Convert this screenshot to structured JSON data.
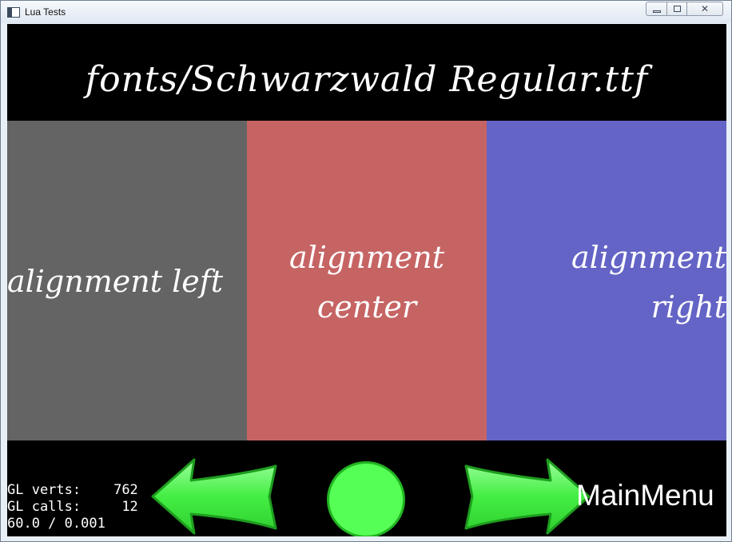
{
  "window": {
    "title": "Lua Tests"
  },
  "header": {
    "font_path": "fonts/Schwarzwald Regular.ttf"
  },
  "panels": {
    "left": {
      "label": "alignment left",
      "color": "#646464"
    },
    "center": {
      "line1": "alignment",
      "line2": "center",
      "color": "#c66464"
    },
    "right": {
      "line1": "alignment",
      "line2": "right",
      "color": "#6464c6"
    }
  },
  "navigation": {
    "main_menu_label": "MainMenu",
    "prev_icon": "left-arrow-icon",
    "next_icon": "right-arrow-icon",
    "home_icon": "circle-icon",
    "accent_color": "#55ff55"
  },
  "stats": {
    "verts_label": "GL verts:",
    "verts_value": "762",
    "calls_label": "GL calls:",
    "calls_value": "12",
    "fps": "60.0 / 0.001"
  }
}
